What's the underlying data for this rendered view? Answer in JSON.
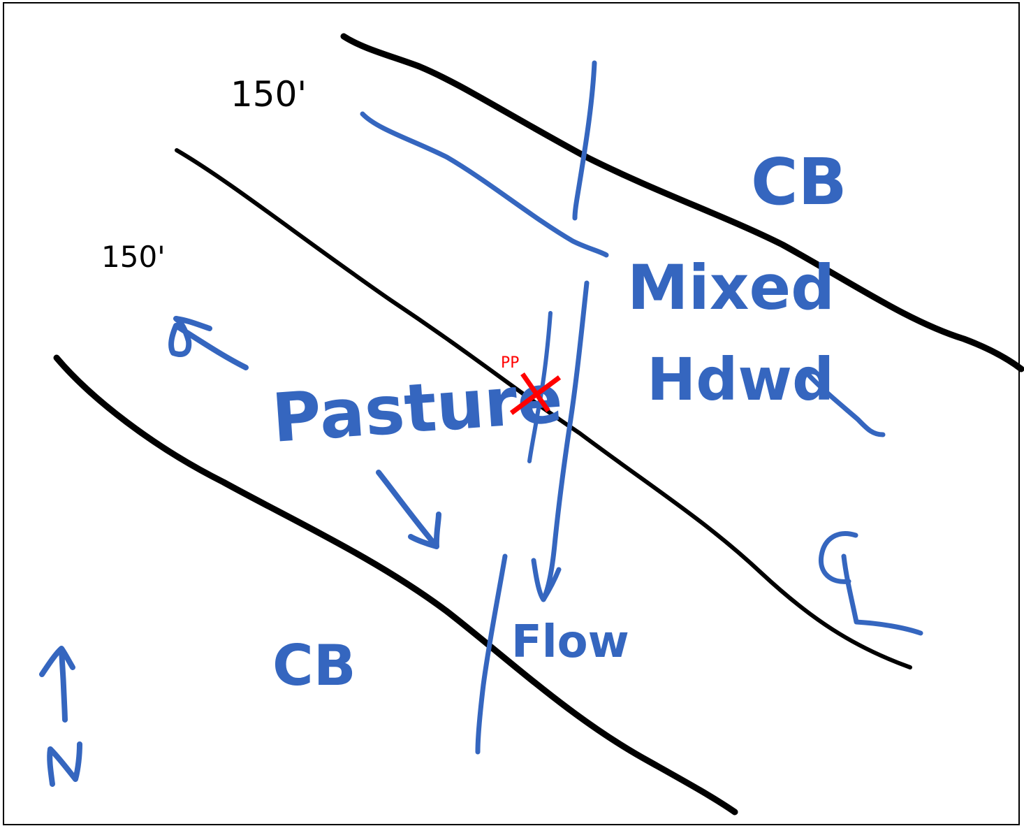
{
  "labels": {
    "distance_top": "150'",
    "distance_left": "150'",
    "land_use_center": "Pasture",
    "land_use_right_line1": "Mixed",
    "land_use_right_line2": "Hdwd",
    "cb_top_right": "CB",
    "cb_bottom_left": "CB",
    "flow": "Flow",
    "centerline_symbol": "℄",
    "north": "N",
    "point_marker": "PP"
  },
  "colors": {
    "frame": "#000000",
    "boundary_lines": "#000000",
    "annotation_ink": "#3566bf",
    "point_marker": "#ff0000",
    "background": "#ffffff"
  }
}
